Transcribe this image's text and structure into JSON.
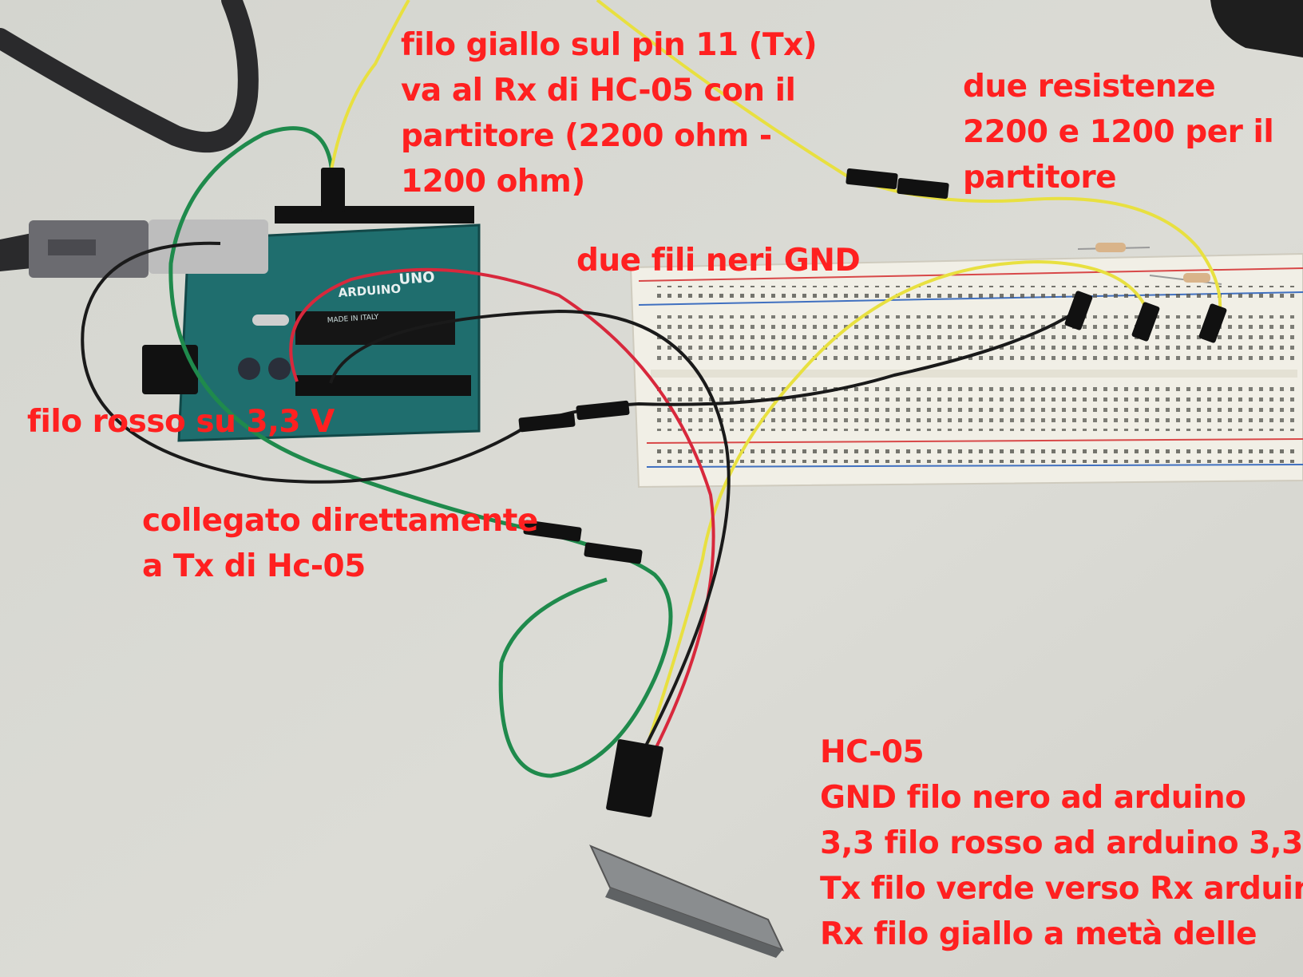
{
  "annotations": {
    "yellow_wire": [
      "filo giallo sul pin 11 (Tx)",
      "va al Rx di HC-05 con il",
      "partitore (2200 ohm -",
      "1200 ohm)"
    ],
    "resistors": [
      "due resistenze",
      "2200 e 1200 per il",
      "partitore"
    ],
    "gnd_wires": [
      "due fili neri GND"
    ],
    "red_wire": [
      "filo rosso su 3,3 V"
    ],
    "green_wire": [
      "collegato direttamente",
      "a Tx di Hc-05"
    ],
    "hc05": [
      "HC-05",
      "GND filo nero ad arduino",
      "3,3 filo rosso ad arduino 3,3",
      "Tx filo verde verso Rx arduino",
      "Rx filo giallo a metà delle"
    ]
  },
  "board": {
    "brand": "ARDUINO",
    "model": "UNO",
    "made_in": "MADE IN ITALY"
  },
  "colors": {
    "annotation_text": "#ff2020",
    "wire_yellow": "#e8e040",
    "wire_red": "#d8283c",
    "wire_green": "#1f8a4c",
    "wire_black": "#1a1a1a",
    "board_pcb": "#1f6e6e",
    "breadboard": "#f1efe6",
    "table": "#d9d9d3"
  }
}
